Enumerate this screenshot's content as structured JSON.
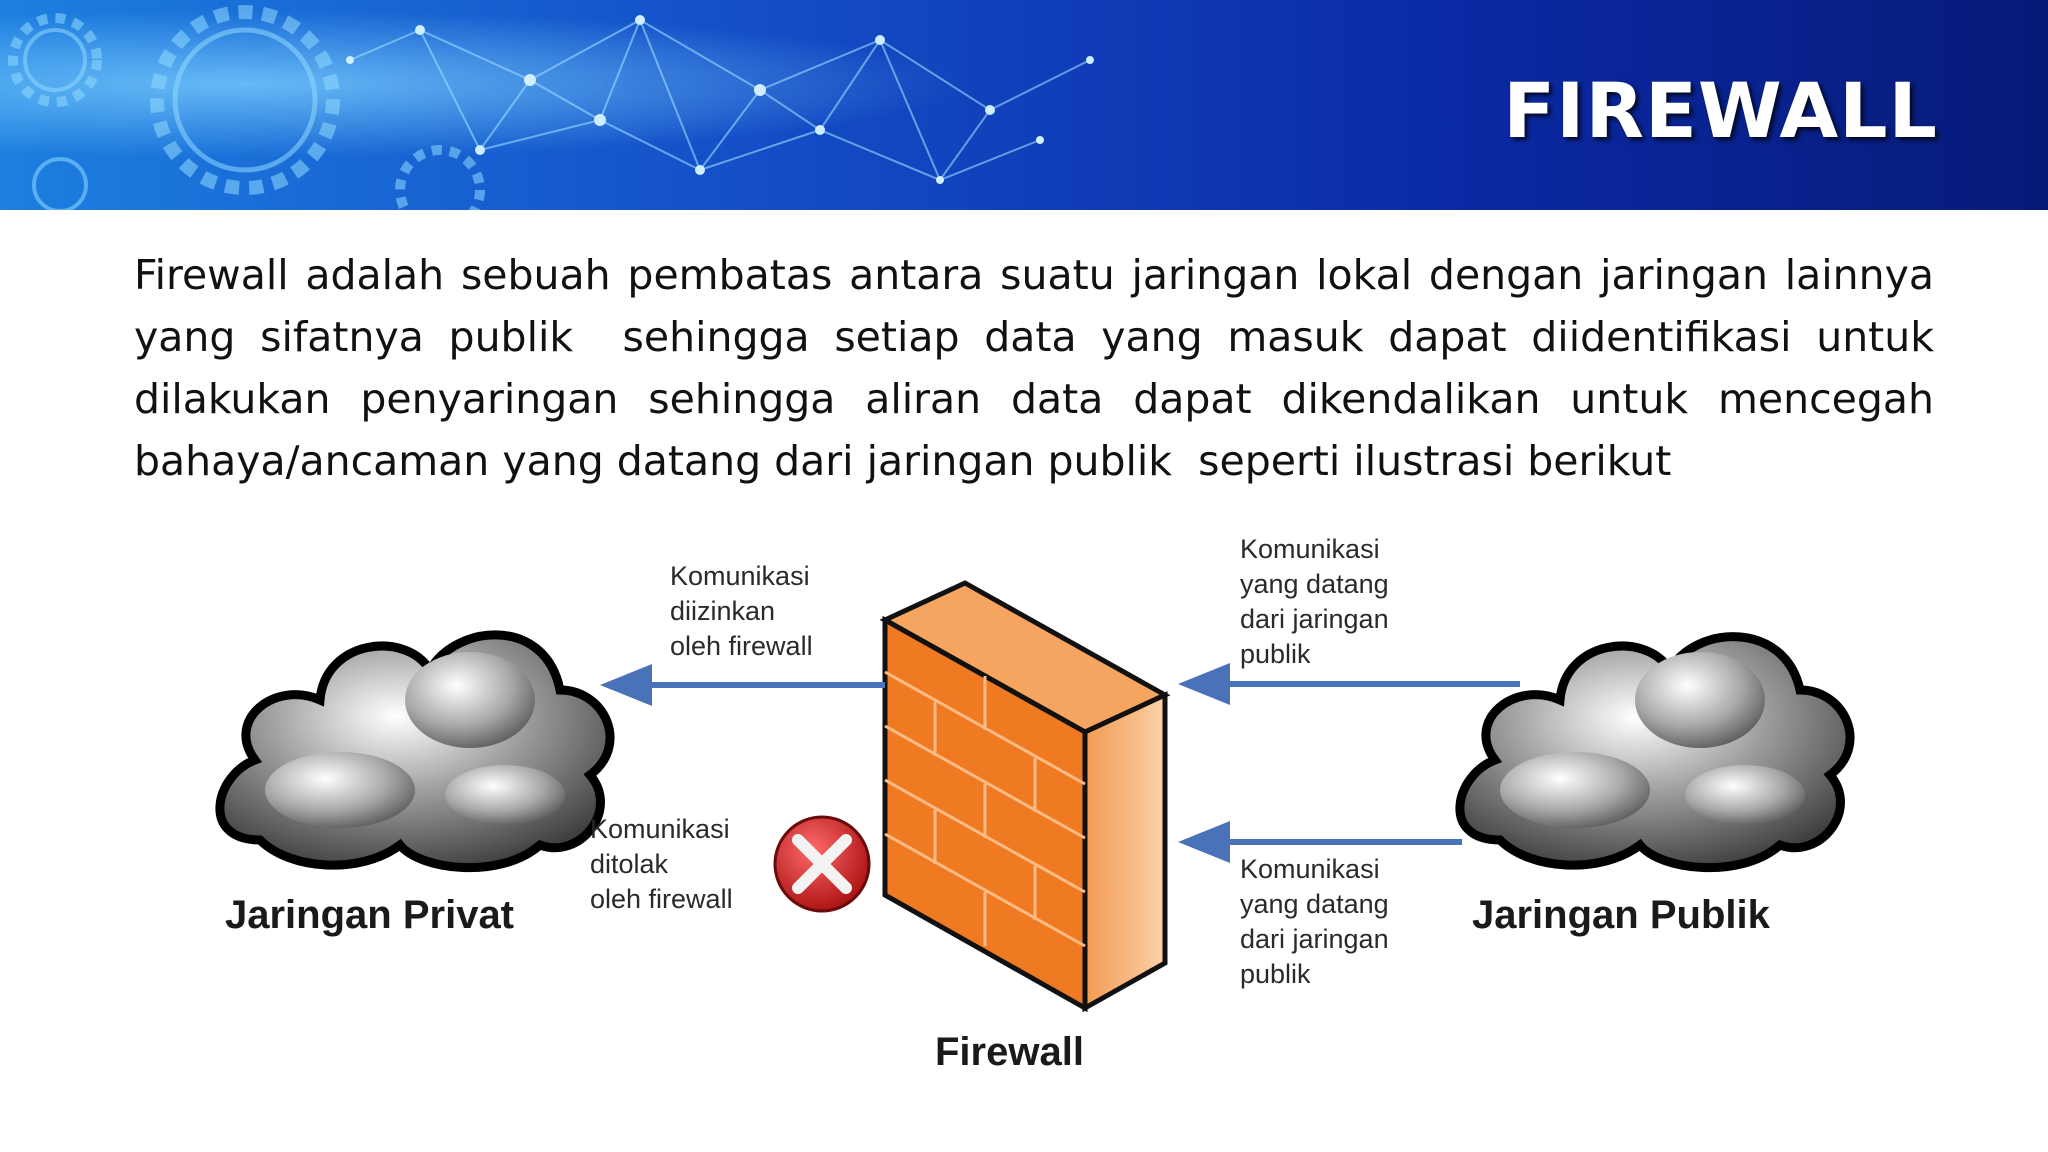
{
  "slide": {
    "title": "FIREWALL",
    "body": "Firewall adalah sebuah pembatas antara suatu jaringan lokal dengan jaringan lainnya yang sifatnya publik  sehingga setiap data yang masuk dapat diidentifikasi untuk dilakukan penyaringan sehingga aliran data dapat dikendalikan untuk mencegah bahaya/ancaman yang datang dari jaringan publik  seperti ilustrasi berikut"
  },
  "diagram": {
    "private_network_label": "Jaringan Privat",
    "public_network_label": "Jaringan Publik",
    "firewall_label": "Firewall",
    "allowed_label": [
      "Komunikasi",
      "diizinkan",
      "oleh firewall"
    ],
    "rejected_label": [
      "Komunikasi",
      "ditolak",
      "oleh firewall"
    ],
    "incoming_top_label": [
      "Komunikasi",
      "yang datang",
      "dari jaringan",
      "publik"
    ],
    "incoming_bottom_label": [
      "Komunikasi",
      "yang datang",
      "dari jaringan",
      "publik"
    ],
    "colors": {
      "arrow": "#4a72b8",
      "firewall_front": "#f07a22",
      "firewall_side": "#f9b77a",
      "reject_icon": "#d42a2a",
      "banner_dark": "#0a1a8a"
    }
  }
}
